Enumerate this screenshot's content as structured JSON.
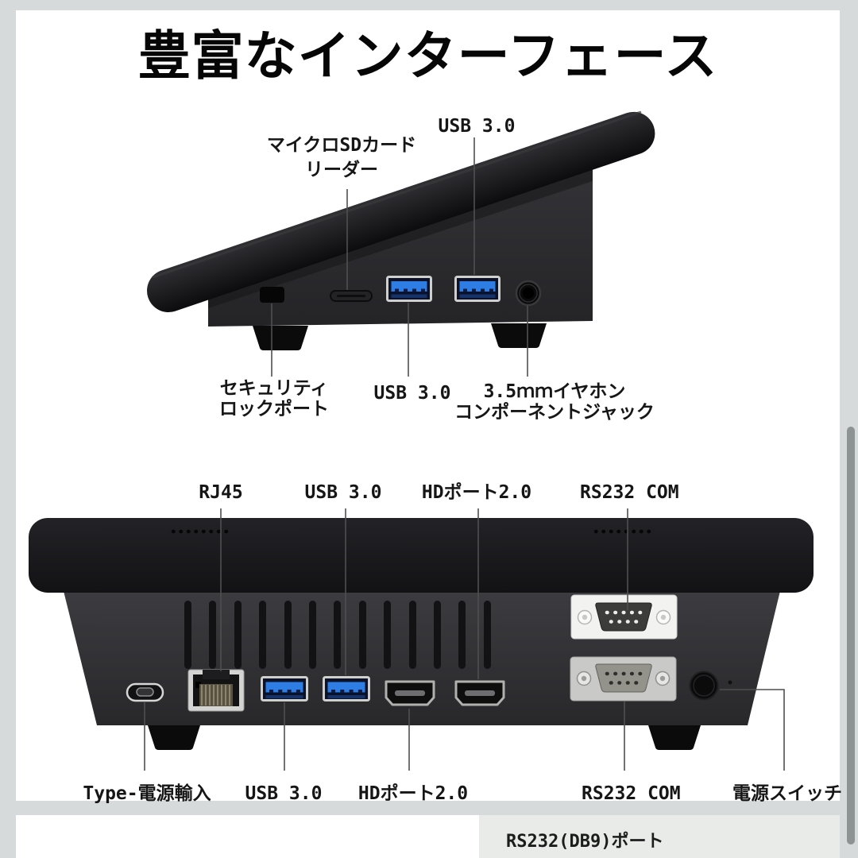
{
  "page": {
    "background_color": "#d7dadb",
    "image_background": "#ffffff",
    "scrollbar_color": "#8d9293"
  },
  "title": "豊富なインターフェース",
  "side_view": {
    "microsd_label_line1": "マイクロSDカード",
    "microsd_label_line2": "リーダー",
    "usb_top_label": "USB 3.0",
    "security_label_line1": "セキュリティ",
    "security_label_line2": "ロックポート",
    "usb_front_label": "USB 3.0",
    "audio_label_line1": "3.5ｍｍイヤホン",
    "audio_label_line2": "コンポーネントジャック"
  },
  "rear_view": {
    "rj45_label": "RJ45",
    "usb_top_label": "USB 3.0",
    "hdmi_top_label": "HDポート2.0",
    "rs232_top_label": "RS232 COM",
    "power_in_label": "Type-電源輸入",
    "usb_bottom_label": "USB 3.0",
    "hdmi_bottom_label": "HDポート2.0",
    "rs232_bottom_label": "RS232 COM",
    "power_switch_label": "電源スイッチ"
  },
  "next_panel": {
    "caption": "RS232(DB9)ポート"
  },
  "colors": {
    "usb_blue": "#2e7de5",
    "device_dark": "#19191b",
    "device_body": "#333336",
    "leader_line": "#4f4f4f"
  }
}
